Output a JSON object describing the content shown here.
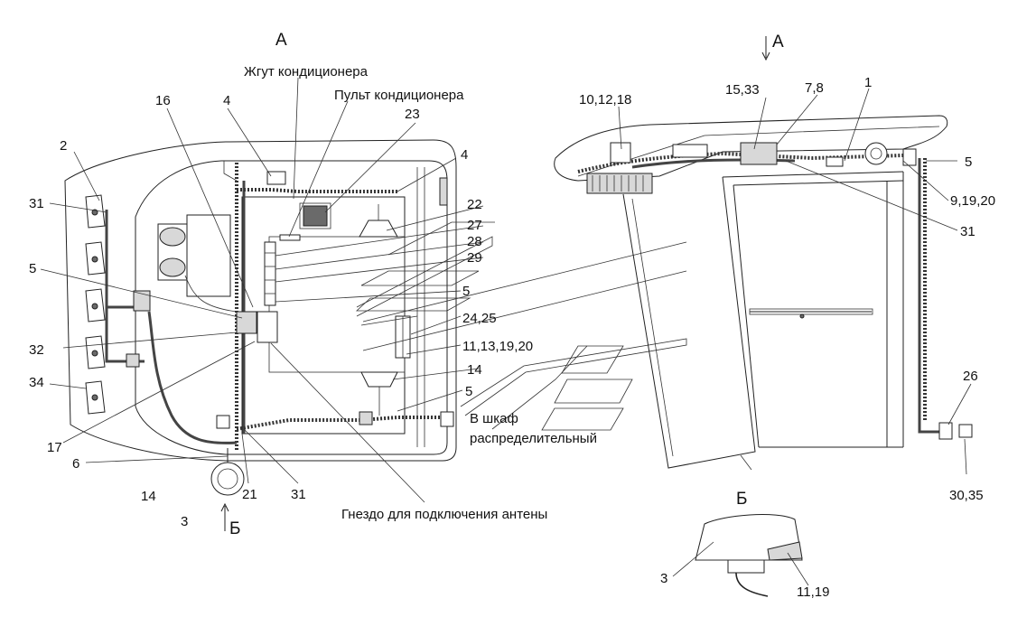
{
  "view_labels": {
    "view_a_left": "А",
    "view_a_arrow": "А",
    "view_b_detail": "Б",
    "view_b_arrow": "Б"
  },
  "text_labels": {
    "ac_harness": "Жгут кондиционера",
    "ac_panel": "Пульт кондиционера",
    "to_cabinet_1": "В шкаф",
    "to_cabinet_2": "распределительный",
    "antenna_socket": "Гнездо для подключения антены"
  },
  "callouts_left": {
    "c2": "2",
    "c31a": "31",
    "c5a": "5",
    "c32": "32",
    "c34": "34",
    "c17": "17",
    "c6": "6",
    "c14a": "14",
    "c3a": "3",
    "c21": "21",
    "c31b": "31",
    "c16": "16",
    "c4a": "4",
    "c23": "23",
    "c4b": "4",
    "c22": "22",
    "c27": "27",
    "c28": "28",
    "c29": "29",
    "c5b": "5",
    "c24_25": "24,25",
    "c11_13_19_20": "11,13,19,20",
    "c14b": "14",
    "c5c": "5"
  },
  "callouts_right": {
    "c10_12_18": "10,12,18",
    "c15_33": "15,33",
    "c7_8": "7,8",
    "c1": "1",
    "c5": "5",
    "c9_19_20": "9,19,20",
    "c31": "31",
    "c26": "26",
    "c30_35": "30,35",
    "c3": "3",
    "c11_19": "11,19"
  }
}
